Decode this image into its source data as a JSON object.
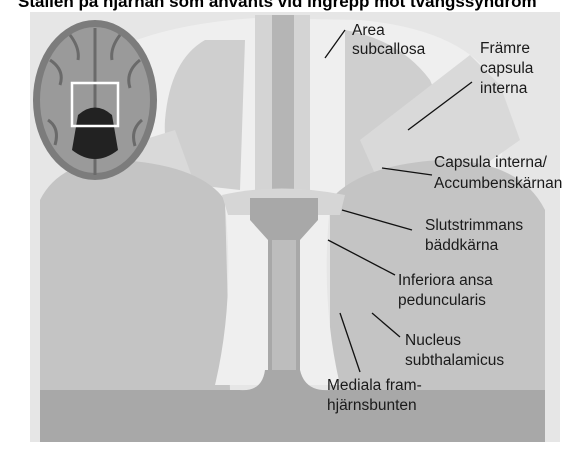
{
  "title": "Ställen på hjärnan som använts vid ingrepp mot tvångssyndrom",
  "colors": {
    "background": "#ffffff",
    "panel": "#e6e6e6",
    "tissue_light": "#cfcfcf",
    "tissue_mid": "#bdbdbd",
    "tissue_dark": "#a6a6a6",
    "inset_frame": "#ffffff"
  },
  "labels": {
    "area_subcallosa": [
      "Area",
      "subcallosa"
    ],
    "framre_capsula": [
      "Främre",
      "capsula",
      "interna"
    ],
    "capsula_accumbens": [
      "Capsula interna/",
      "Accumbenskärnan"
    ],
    "slutstrimmans": [
      "Slutstrimmans",
      "bäddkärna"
    ],
    "inferiora_ansa": [
      "Inferiora ansa",
      "peduncularis"
    ],
    "nucleus_sub": [
      "Nucleus",
      "subthalamicus"
    ],
    "mediala": [
      "Mediala fram-",
      "hjärnsbunten"
    ]
  }
}
